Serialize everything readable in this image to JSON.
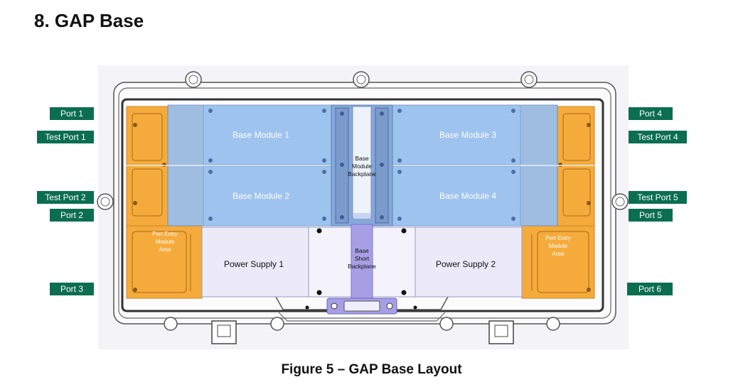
{
  "heading": "8.  GAP Base",
  "caption": "Figure 5 – GAP Base Layout",
  "ports_left": [
    "Port 1",
    "Test Port 1",
    "Test Port 2",
    "Port 2",
    "Port 3"
  ],
  "ports_right": [
    "Port 4",
    "Test Port 4",
    "Test Port 5",
    "Port 5",
    "Port 6"
  ],
  "modules": {
    "base_module_1": "Base Module 1",
    "base_module_2": "Base Module 2",
    "base_module_3": "Base Module 3",
    "base_module_4": "Base Module 4"
  },
  "backplane": [
    "Base",
    "Module",
    "Backplane"
  ],
  "short_backplane": [
    "Base",
    "Short",
    "Backplane"
  ],
  "power_supply_1": "Power Supply 1",
  "power_supply_2": "Power Supply 2",
  "port_entry_area": [
    "Port Entry",
    "Module",
    "Area"
  ],
  "colors": {
    "tag_green": "#0b6e4f",
    "module_blue": "#9ec3ee",
    "port_orange": "#f5ab3c",
    "backplane_purple": "#a79fe6",
    "power_supply_fill": "#eceaf8"
  }
}
